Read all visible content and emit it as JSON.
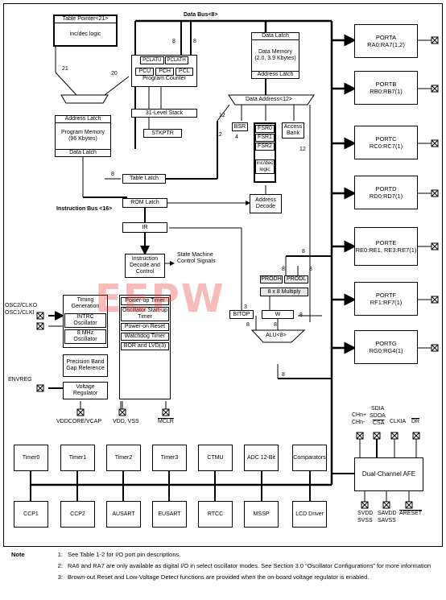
{
  "title_bus": {
    "data_bus": "Data Bus<8>",
    "instruction_bus": "Instruction Bus <16>",
    "data_address": "Data Address<12>"
  },
  "blocks": {
    "table_pointer": "Table Pointer<21>",
    "inc_dec_logic": "inc/dec logic",
    "pclatu": "PCLATU",
    "pclath": "PCLATH",
    "pcu": "PCU",
    "pch": "PCH",
    "pcl": "PCL",
    "program_counter": "Program Counter",
    "stack": "31-Level Stack",
    "stkptr": "STKPTR",
    "address_latch": "Address Latch",
    "program_memory": "Program Memory (96 Kbytes)",
    "data_latch": "Data Latch",
    "data_latch_top": "Data Latch",
    "data_memory": "Data Memory (2.0, 3.9 Kbytes)",
    "address_latch_dm": "Address Latch",
    "bsr": "BSR",
    "fsr0": "FSR0",
    "fsr1": "FSR1",
    "fsr2": "FSR2",
    "fsr_incdec": "inc/dec logic",
    "access_bank": "Access Bank",
    "table_latch": "Table Latch",
    "rom_latch": "ROM Latch",
    "address_decode": "Address Decode",
    "ir": "IR",
    "instruction_decode": "Instruction Decode and Control",
    "state_machine": "State Machine Control Signals",
    "timing_generation": "Timing Generation",
    "intrc": "INTRC Oscillator",
    "mhz8": "8 MHz Oscillator",
    "precision_ref": "Precision Band Gap Reference",
    "voltage_reg": "Voltage Regulator",
    "powerup_timer": "Power-up Timer",
    "osc_startup": "Oscillator Start-up Timer",
    "poweron_reset": "Power-on Reset",
    "watchdog": "Watchdog Timer",
    "bor_lvd": "BOR and LVD(3)",
    "prodh": "PRODH",
    "prodl": "PRODL",
    "multiply": "8 x 8 Multiply",
    "bitop": "BITOP",
    "w": "W",
    "alu": "ALU<8>",
    "afe": "Dual-Channel AFE"
  },
  "pins": {
    "osc2": "OSC2/CLKO",
    "osc1": "OSC1/CLKI",
    "envreg": "ENVREG",
    "vddcore": "VDDCORE/VCAP",
    "vddvss": "VDD, VSS",
    "mclr": "MCLR",
    "chp": "CHn+",
    "chn": "CHn-",
    "sdia": "SDIA",
    "sdoa": "SDOA",
    "csa": "CSA",
    "clkia": "CLKIA",
    "dr": "DR",
    "svdd": "SVDD",
    "svss": "SVSS",
    "savdd": "SAVDD",
    "savss": "SAVSS",
    "areset": "ARESET"
  },
  "wires": {
    "w21": "21",
    "w20": "20",
    "w8a": "8",
    "w8b": "8",
    "w12a": "12",
    "w12b": "12",
    "w12c": "12",
    "w4a": "4",
    "w4b": "4",
    "w8c": "8",
    "w8d": "8",
    "w8e": "8",
    "w8f": "8",
    "w8g": "8",
    "w3": "3",
    "w8h": "8",
    "w8i": "8",
    "w8j": "8"
  },
  "ports": [
    {
      "name": "PORTA",
      "pins": "RA0:RA7(1,2)"
    },
    {
      "name": "PORTB",
      "pins": "RB0:RB7(1)"
    },
    {
      "name": "PORTC",
      "pins": "RC0:RC7(1)"
    },
    {
      "name": "PORTD",
      "pins": "RD0:RD7(1)"
    },
    {
      "name": "PORTE",
      "pins": "RE0:RE1, RE3:RE7(1)"
    },
    {
      "name": "PORTF",
      "pins": "RF1:RF7(1)"
    },
    {
      "name": "PORTG",
      "pins": "RG0:RG4(1)"
    }
  ],
  "peripherals_top": [
    "Timer0",
    "Timer1",
    "Timer2",
    "Timer3",
    "CTMU",
    "ADC 12-Bit",
    "Comparators"
  ],
  "peripherals_bottom": [
    "CCP1",
    "CCP2",
    "AUSART",
    "EUSART",
    "RTCC",
    "MSSP",
    "LCD Driver"
  ],
  "notes": {
    "label": "Note",
    "items": [
      {
        "num": "1:",
        "text": "See Table 1-2 for I/O port pin descriptions."
      },
      {
        "num": "2:",
        "text": "RA6 and RA7 are only available as digital I/O in select oscillator modes. See Section 3.0 “Oscillator Configurations” for more information"
      },
      {
        "num": "3:",
        "text": "Brown-out Reset and Low-Voltage Detect functions are provided when the on-board voltage regulator is enabled."
      }
    ]
  },
  "watermark": "EEPW"
}
